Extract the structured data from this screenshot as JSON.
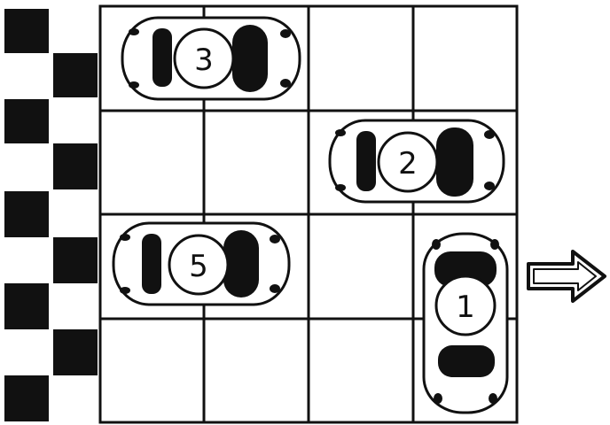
{
  "puzzle": {
    "grid": {
      "rows": 4,
      "cols": 4
    },
    "exit": {
      "row": 3,
      "side": "right",
      "icon": "arrow-right-icon"
    },
    "cars": [
      {
        "number": "3",
        "row": 1,
        "col": 1,
        "orientation": "horizontal",
        "length": 2
      },
      {
        "number": "2",
        "row": 2,
        "col": 3,
        "orientation": "horizontal",
        "length": 2
      },
      {
        "number": "5",
        "row": 3,
        "col": 1,
        "orientation": "horizontal",
        "length": 2
      },
      {
        "number": "1",
        "row": 3,
        "col": 4,
        "orientation": "vertical",
        "length": 2
      }
    ],
    "colors": {
      "line": "#111111",
      "background": "#ffffff"
    }
  }
}
